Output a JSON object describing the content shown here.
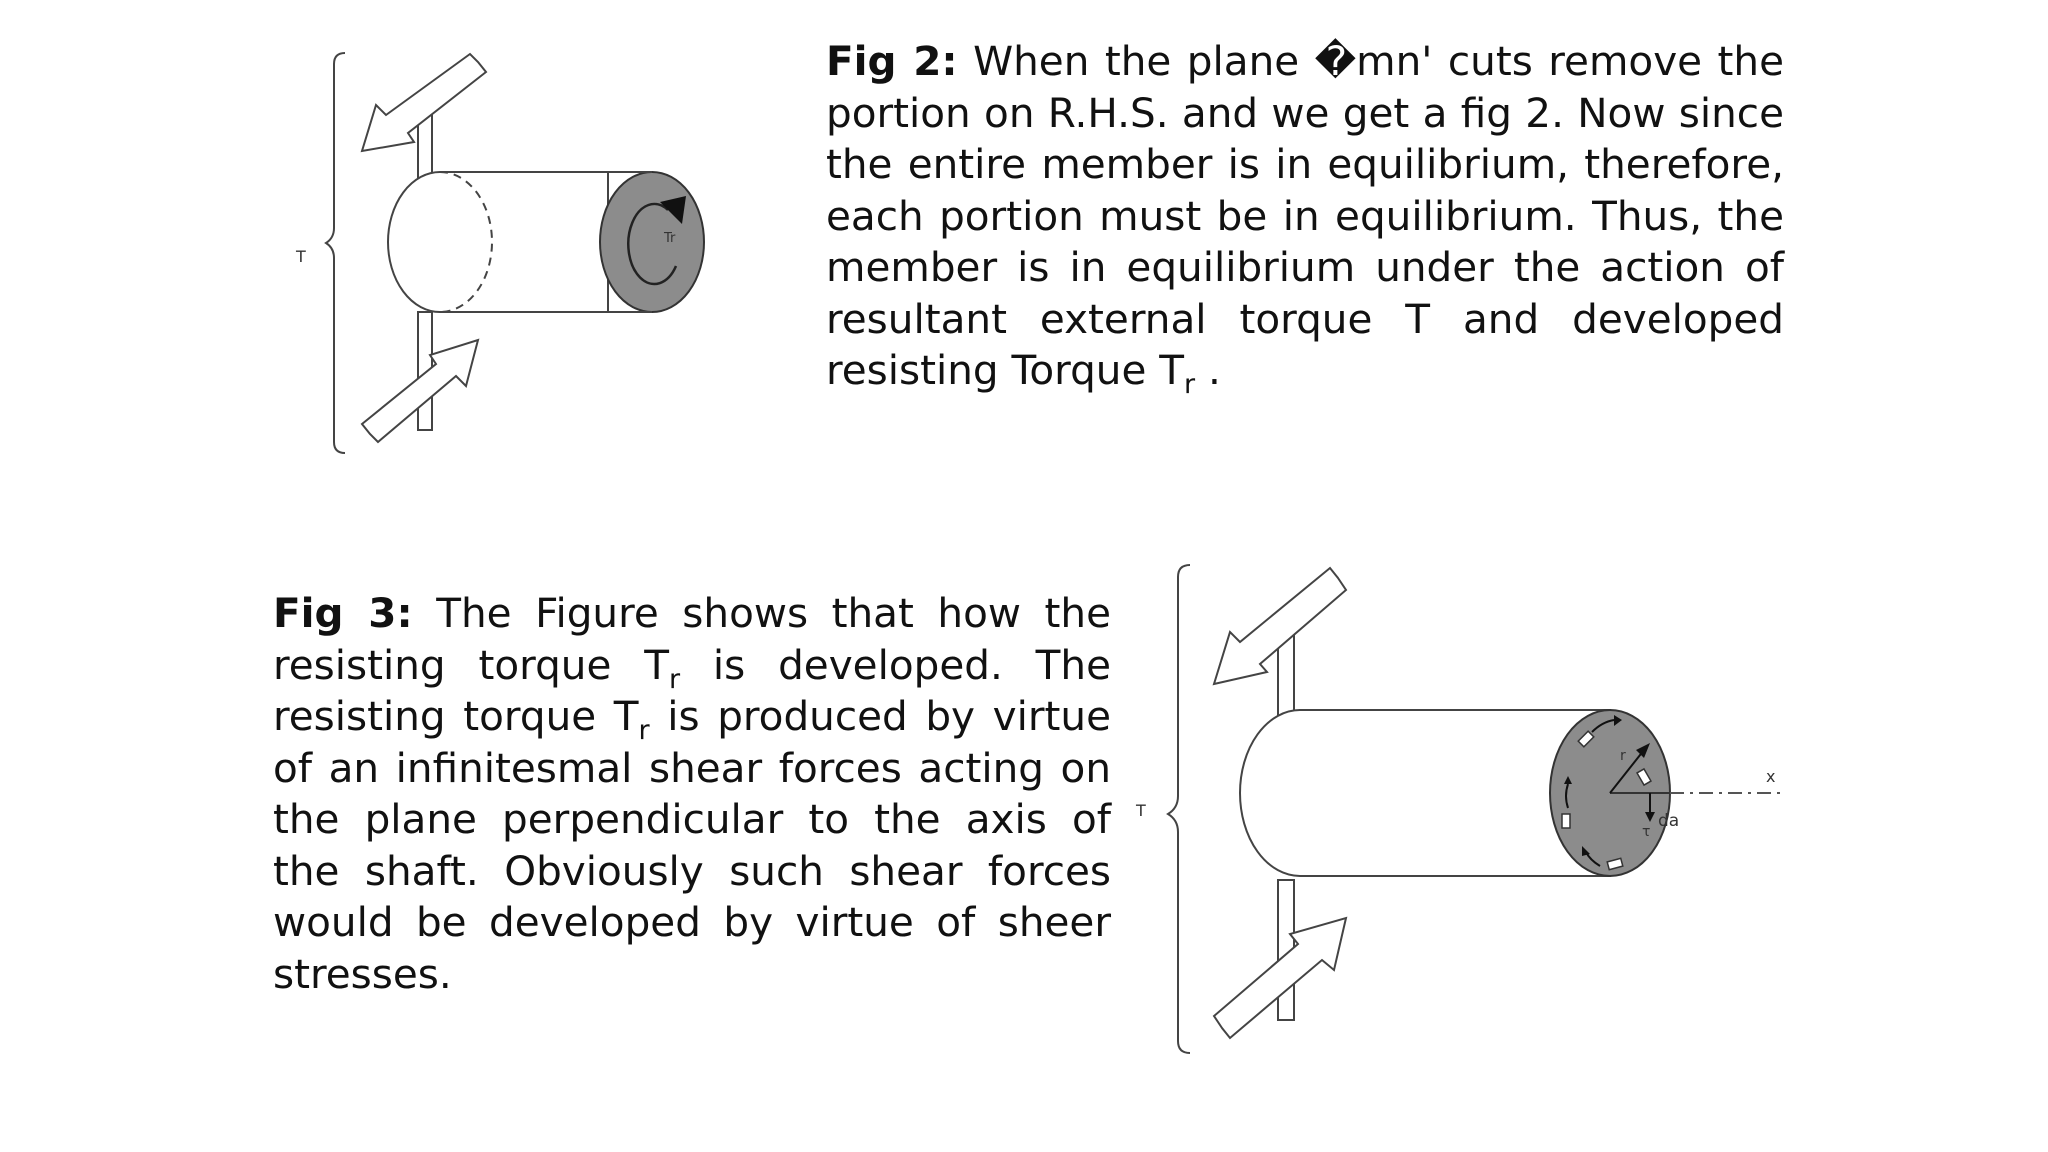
{
  "fig2": {
    "lead": "Fig 2:",
    "text_before_sub": " When the plane �mn' cuts remove the portion on R.H.S. and we get a fig 2. Now since the entire member is in equilibrium, therefore, each portion must be in equilibrium. Thus, the member is in equilibrium under the action of resultant external torque T and developed resisting Torque T",
    "sub": "r",
    "text_after_sub": " .",
    "figure_labels": {
      "torque": "T",
      "resisting_torque": "Tr"
    }
  },
  "fig3": {
    "lead": "Fig 3:",
    "part1": " The Figure shows that how the resisting torque T",
    "sub1": "r",
    "part2": " is developed. The resisting torque T",
    "sub2": "r",
    "part3": " is produced by virtue of an infinitesmal shear forces acting on the plane perpendicular to the axis of the shaft. Obviously such shear forces would be developed by virtue of sheer stresses.",
    "figure_labels": {
      "torque": "T",
      "radius": "r",
      "tau": "τ",
      "area": "da",
      "axis": "x"
    }
  },
  "colors": {
    "text": "#111111",
    "section_fill": "#8c8c8c",
    "line": "#333333"
  }
}
